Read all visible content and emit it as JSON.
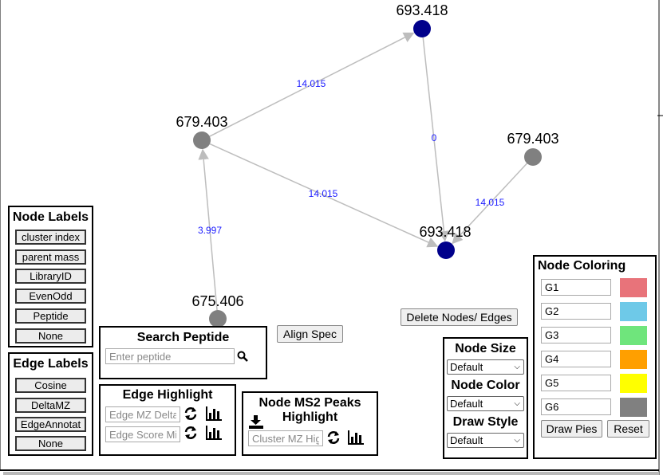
{
  "graph": {
    "nodes": [
      {
        "id": "n1",
        "label": "693.418",
        "color": "#00008b"
      },
      {
        "id": "n2",
        "label": "679.403",
        "color": "#808080"
      },
      {
        "id": "n3",
        "label": "679.403",
        "color": "#808080"
      },
      {
        "id": "n4",
        "label": "693.418",
        "color": "#00008b"
      },
      {
        "id": "n5",
        "label": "675.406",
        "color": "#808080"
      }
    ],
    "edges": [
      {
        "from": "n2",
        "to": "n1",
        "label": "14.015"
      },
      {
        "from": "n1",
        "to": "n4",
        "label": "0"
      },
      {
        "from": "n2",
        "to": "n4",
        "label": "14.015"
      },
      {
        "from": "n3",
        "to": "n4",
        "label": "14.015"
      },
      {
        "from": "n5",
        "to": "n2",
        "label": "3.997"
      }
    ]
  },
  "node_labels_panel": {
    "title": "Node Labels",
    "buttons": [
      "cluster index",
      "parent mass",
      "LibraryID",
      "EvenOdd",
      "Peptide",
      "None"
    ]
  },
  "edge_labels_panel": {
    "title": "Edge Labels",
    "buttons": [
      "Cosine",
      "DeltaMZ",
      "EdgeAnnotat",
      "None"
    ]
  },
  "search_peptide": {
    "title": "Search Peptide",
    "placeholder": "Enter peptide"
  },
  "align_spec_label": "Align Spec",
  "delete_label": "Delete Nodes/ Edges",
  "edge_highlight": {
    "title": "Edge Highlight",
    "mz_placeholder": "Edge MZ Delta",
    "score_placeholder": "Edge Score Min"
  },
  "ms2_highlight": {
    "title_line1": "Node MS2 Peaks",
    "title_line2": "Highlight",
    "placeholder": "Cluster MZ High"
  },
  "style_panel": {
    "node_size_title": "Node Size",
    "node_size_value": "Default",
    "node_color_title": "Node Color",
    "node_color_value": "Default",
    "draw_style_title": "Draw Style",
    "draw_style_value": "Default"
  },
  "node_coloring": {
    "title": "Node Coloring",
    "groups": [
      {
        "value": "G1",
        "color": "#e8737a"
      },
      {
        "value": "G2",
        "color": "#6ec9e8"
      },
      {
        "value": "G3",
        "color": "#6fe57c"
      },
      {
        "value": "G4",
        "color": "#ff9f00"
      },
      {
        "value": "G5",
        "color": "#ffff00"
      },
      {
        "value": "G6",
        "color": "#808080"
      }
    ],
    "draw_pies_label": "Draw Pies",
    "reset_label": "Reset"
  }
}
